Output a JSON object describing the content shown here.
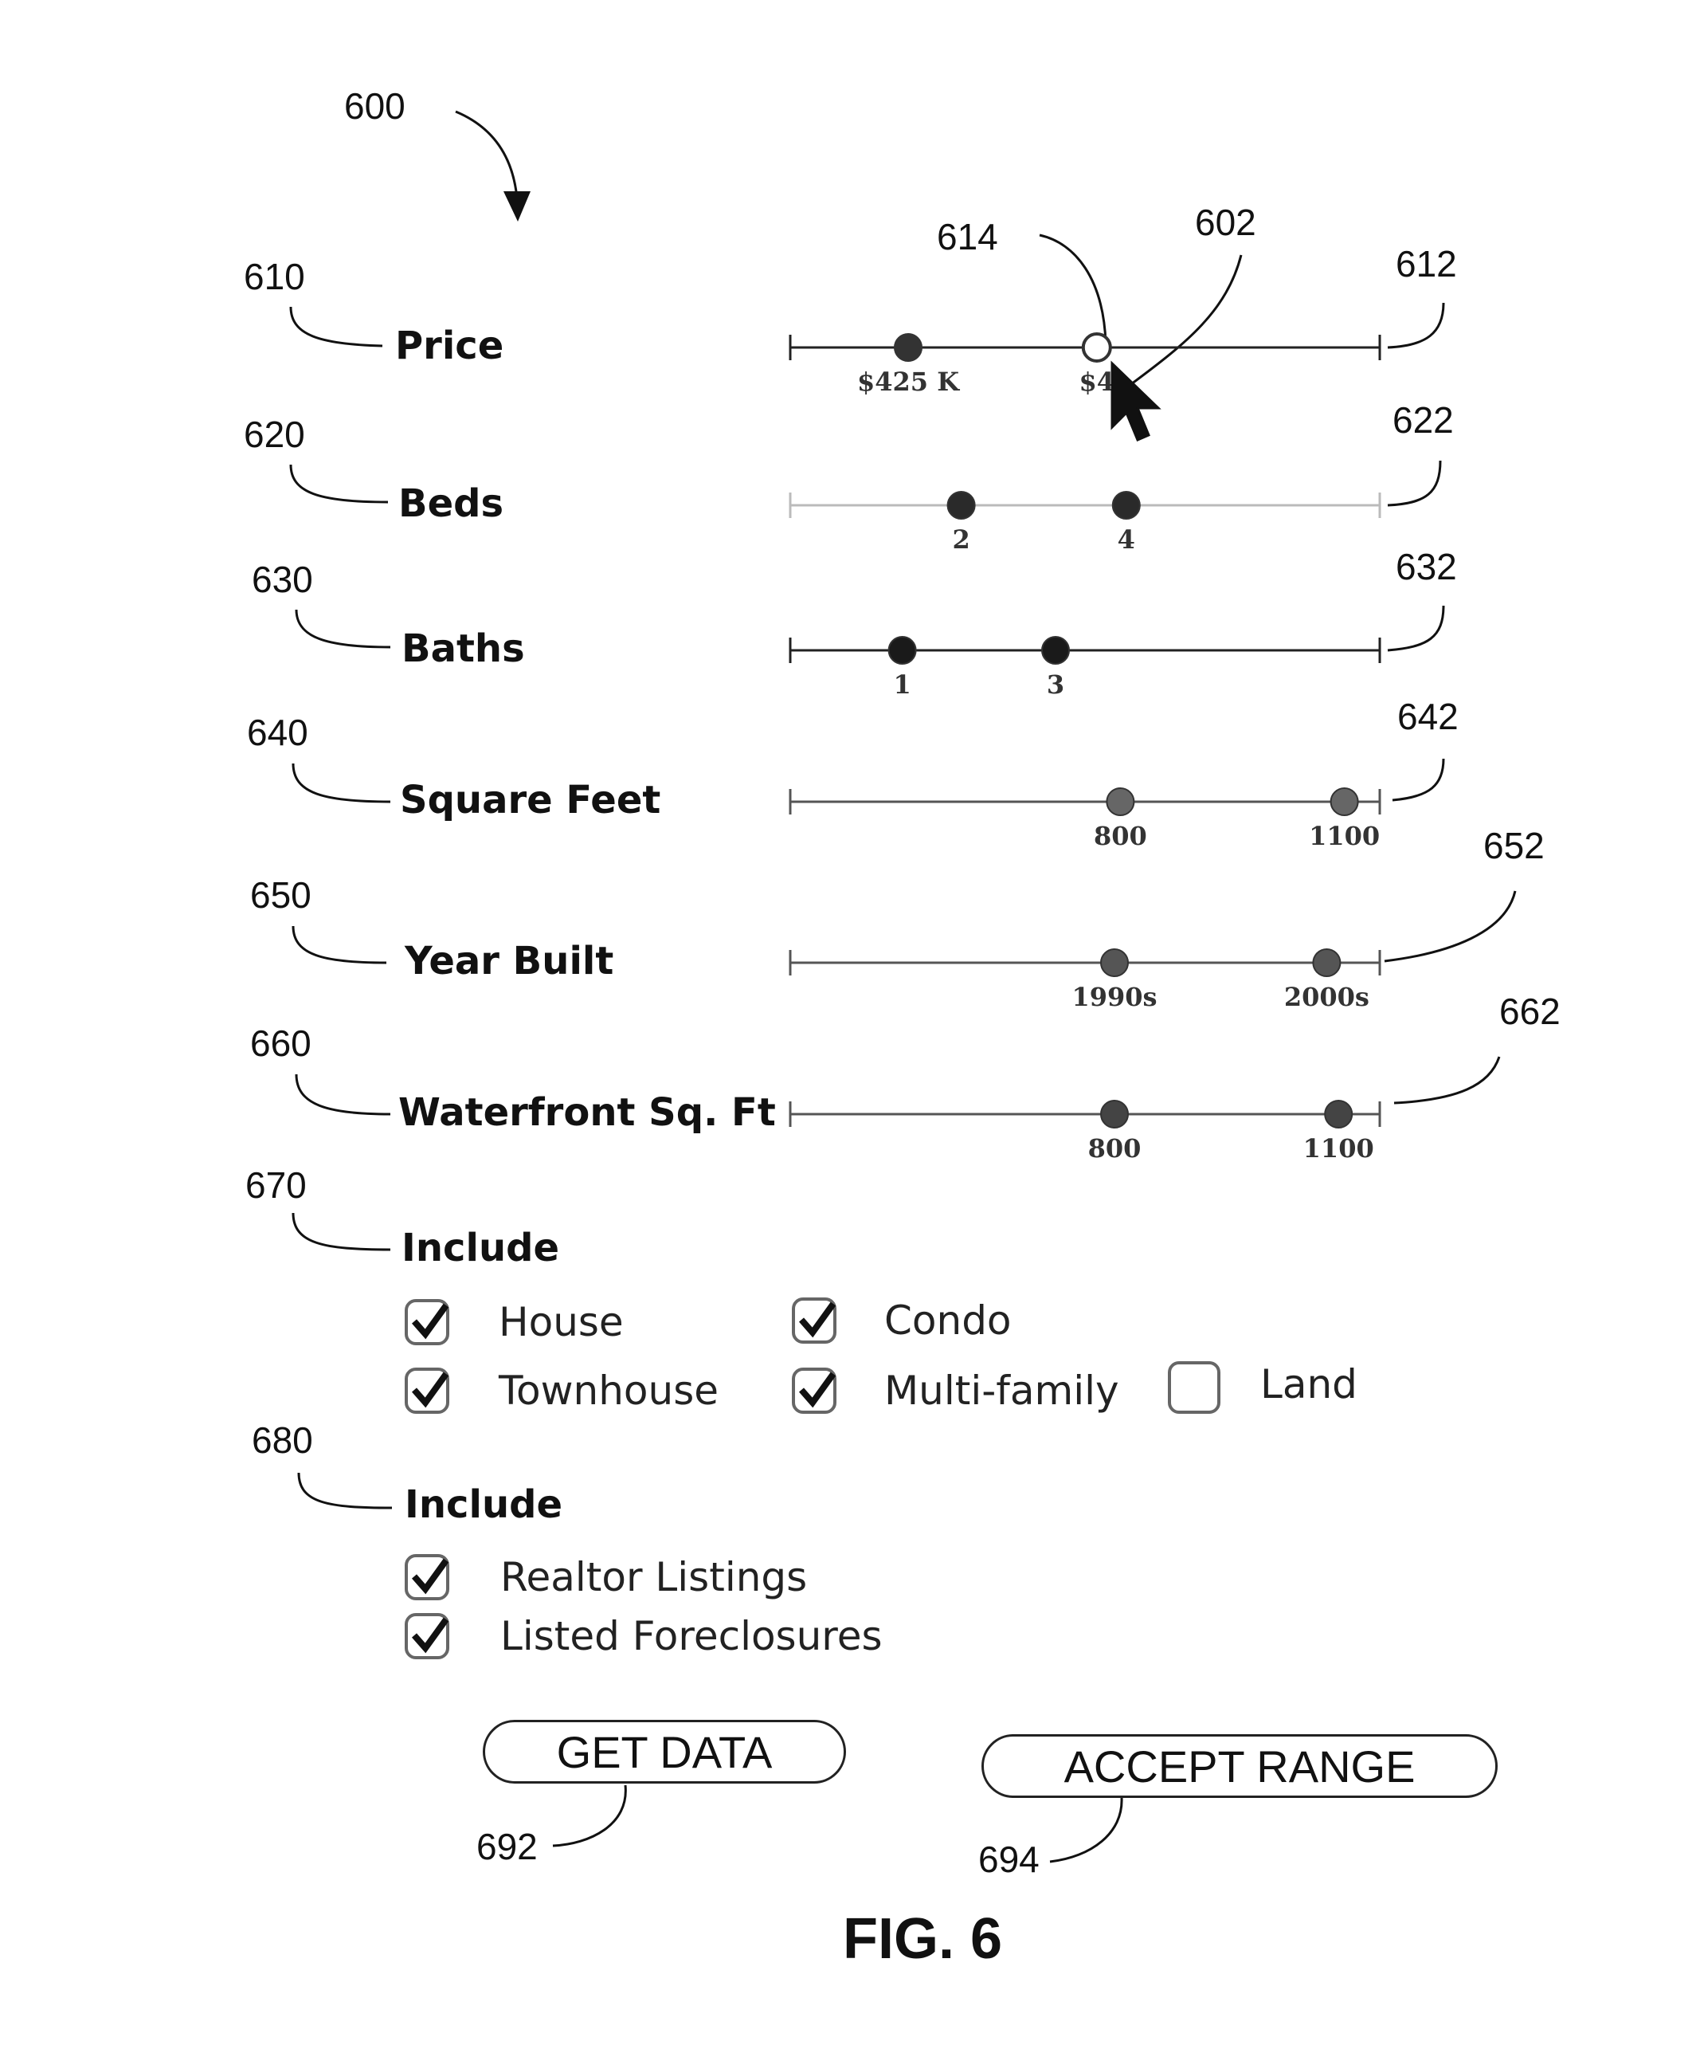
{
  "figure_ref": "600",
  "figure_caption": "FIG. 6",
  "sliders": [
    {
      "ref_left": "610",
      "ref_right": "612",
      "label": "Price",
      "min_label": "$425 K",
      "max_label": "$4",
      "min_pos": 0.2,
      "max_pos": 0.52,
      "line_color": "#222",
      "handle_color": "#333",
      "handle_hollow_max": true
    },
    {
      "ref_left": "620",
      "ref_right": "622",
      "label": "Beds",
      "min_label": "2",
      "max_label": "4",
      "min_pos": 0.29,
      "max_pos": 0.57,
      "line_color": "#bbb",
      "handle_color": "#2a2a2a",
      "handle_hollow_max": false
    },
    {
      "ref_left": "630",
      "ref_right": "632",
      "label": "Baths",
      "min_label": "1",
      "max_label": "3",
      "min_pos": 0.19,
      "max_pos": 0.45,
      "line_color": "#222",
      "handle_color": "#1a1a1a",
      "handle_hollow_max": false
    },
    {
      "ref_left": "640",
      "ref_right": "642",
      "label": "Square Feet",
      "min_label": "800",
      "max_label": "1100",
      "min_pos": 0.56,
      "max_pos": 0.94,
      "line_color": "#555",
      "handle_color": "#666",
      "handle_hollow_max": false
    },
    {
      "ref_left": "650",
      "ref_right": "652",
      "label": "Year Built",
      "min_label": "1990s",
      "max_label": "2000s",
      "min_pos": 0.55,
      "max_pos": 0.91,
      "line_color": "#555",
      "handle_color": "#555",
      "handle_hollow_max": false
    },
    {
      "ref_left": "660",
      "ref_right": "662",
      "label": "Waterfront Sq. Ft",
      "min_label": "800",
      "max_label": "1100",
      "min_pos": 0.55,
      "max_pos": 0.93,
      "line_color": "#555",
      "handle_color": "#444",
      "handle_hollow_max": false
    }
  ],
  "pointer_ref": "614",
  "cursor_ref": "602",
  "include_types": {
    "ref": "670",
    "title": "Include",
    "options": [
      {
        "label": "House",
        "checked": true
      },
      {
        "label": "Condo",
        "checked": true
      },
      {
        "label": "Townhouse",
        "checked": true
      },
      {
        "label": "Multi-family",
        "checked": true
      },
      {
        "label": "Land",
        "checked": false
      }
    ]
  },
  "include_listings": {
    "ref": "680",
    "title": "Include",
    "options": [
      {
        "label": "Realtor Listings",
        "checked": true
      },
      {
        "label": "Listed Foreclosures",
        "checked": true
      }
    ]
  },
  "buttons": {
    "get_data": {
      "label": "GET DATA",
      "ref": "692"
    },
    "accept_range": {
      "label": "ACCEPT RANGE",
      "ref": "694"
    }
  }
}
